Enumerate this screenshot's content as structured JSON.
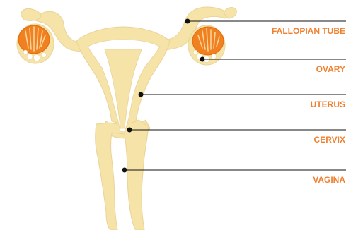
{
  "diagram": {
    "colors": {
      "organ_fill": "#f6e3a8",
      "organ_outline": "#e9d08a",
      "ovary_accent": "#f08020",
      "label_text": "#f08030",
      "leader_line": "#111111"
    },
    "labels": [
      {
        "key": "fallopian_tube",
        "text": "FALLOPIAN TUBE"
      },
      {
        "key": "ovary",
        "text": "OVARY"
      },
      {
        "key": "uterus",
        "text": "UTERUS"
      },
      {
        "key": "cervix",
        "text": "CERVIX"
      },
      {
        "key": "vagina",
        "text": "VAGINA"
      }
    ]
  }
}
